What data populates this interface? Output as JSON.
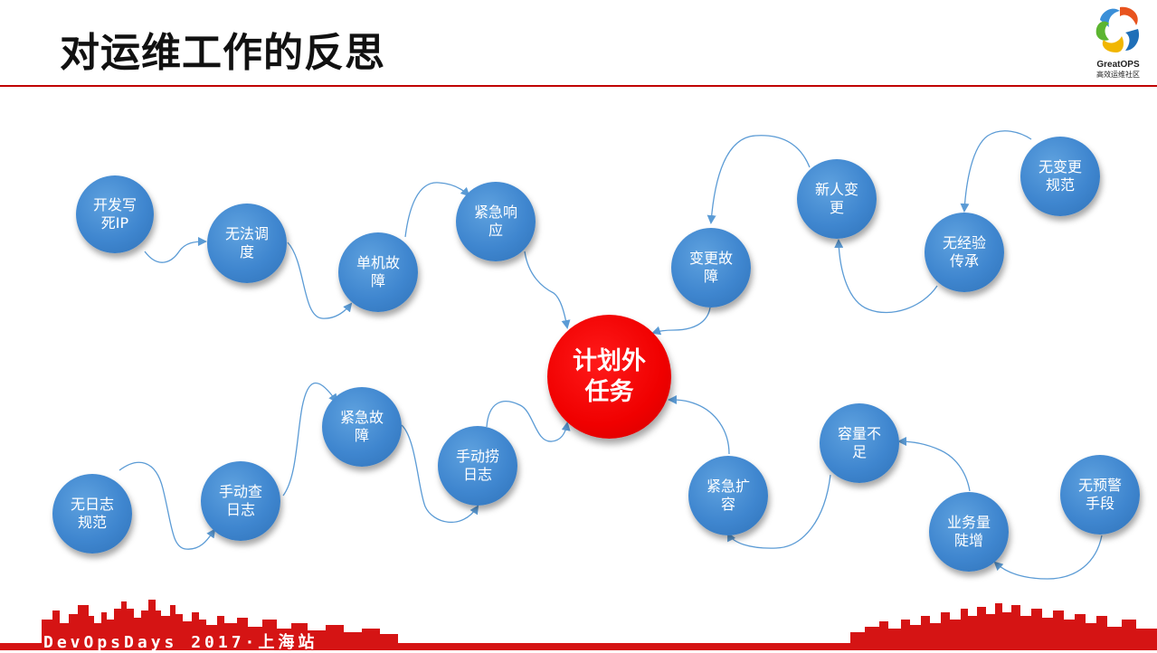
{
  "title": "对运维工作的反思",
  "logo": {
    "name": "GreatOPS",
    "subtitle": "高效运维社区"
  },
  "center": "计划外\n任务",
  "nodes": {
    "kaifa": "开发写\n死IP",
    "wufa": "无法调\n度",
    "danji": "单机故\n障",
    "jinji_xiang": "紧急响\n应",
    "biangeng_gz": "变更故\n障",
    "xinren": "新人变\n更",
    "wujingyan": "无经验\n传承",
    "wubiangeng": "无变更\n规范",
    "wurizhi": "无日志\n规范",
    "shoudong_cha": "手动查\n日志",
    "jinji_gz": "紧急故\n障",
    "shoudong_lao": "手动捞\n日志",
    "jinji_kr": "紧急扩\n容",
    "rongliang": "容量不\n足",
    "yewuliang": "业务量\n陡增",
    "wuyujing": "无预警\n手段"
  },
  "footer": "DevOpsDays 2017·上海站",
  "colors": {
    "accent": "#c00000",
    "node": "#3f86cf",
    "center": "#f00000",
    "edge": "#5b9bd5"
  }
}
